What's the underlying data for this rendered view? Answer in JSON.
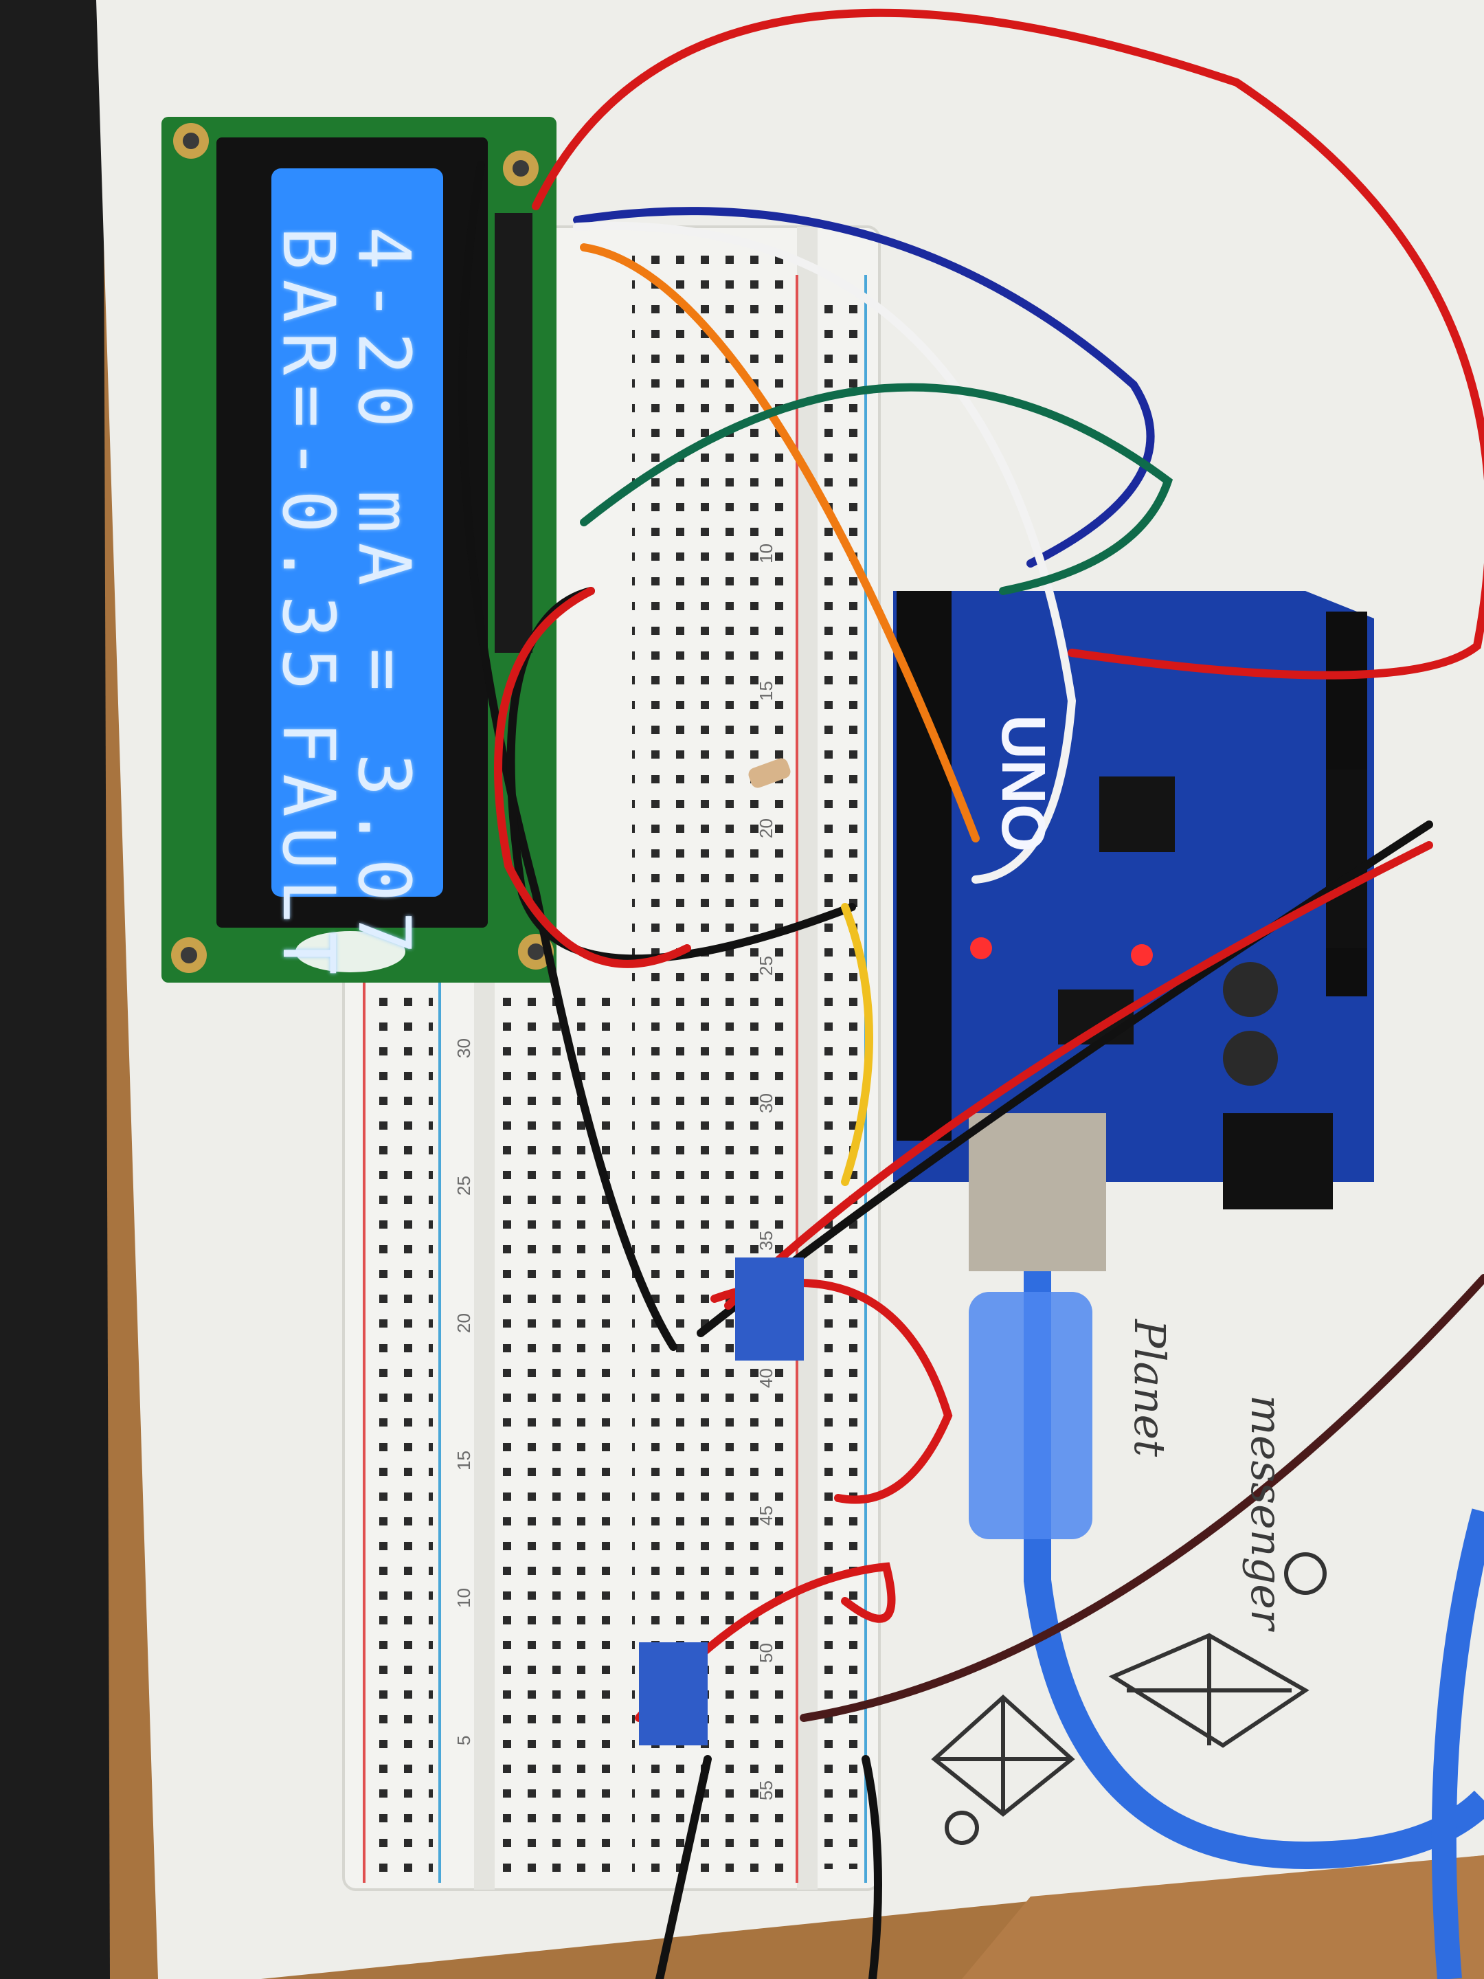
{
  "lcd": {
    "line1": "4-20 mA = 3.07",
    "line2": "BAR=-0.35",
    "line2_suffix": "FAULT"
  },
  "arduino": {
    "label": "UNO"
  },
  "breadboard": {
    "column_numbers": [
      "10",
      "15",
      "20",
      "25",
      "30",
      "35",
      "40",
      "45",
      "50",
      "55"
    ],
    "left_numbers": [
      "30",
      "25",
      "20",
      "15",
      "10",
      "5"
    ]
  },
  "paper_notes": {
    "note1": "messenger",
    "note2": "Planet"
  },
  "colors": {
    "lcd_backlight": "#2f8cff",
    "pcb_green": "#1f7a2e",
    "arduino_blue": "#1a3fa8",
    "wire_red": "#d61818",
    "wire_blue": "#1b2a9e",
    "wire_green": "#0f6b4a",
    "usb_cable": "#2f6de0"
  }
}
